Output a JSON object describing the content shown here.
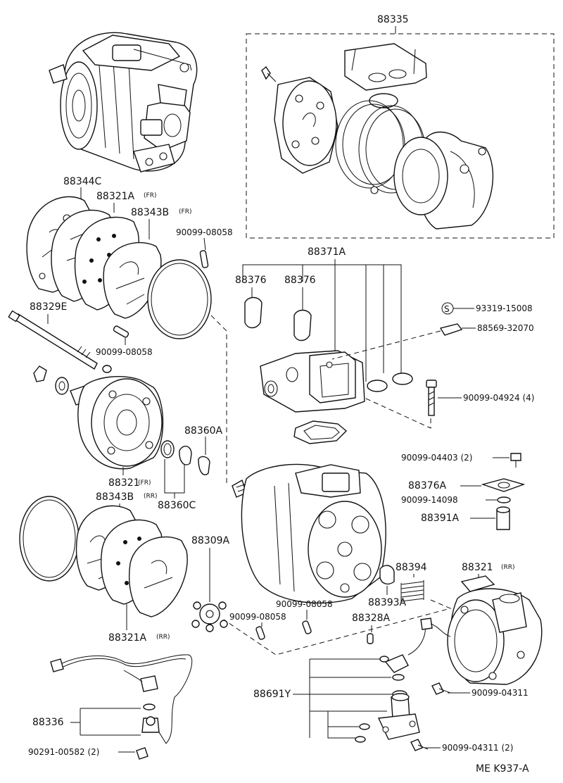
{
  "callouts": {
    "c88335": "88335",
    "c88344C": "88344C",
    "c88321A_fr": "88321A",
    "c88343B_fr": "88343B",
    "c90099_08058_a": "90099-08058",
    "c88371A": "88371A",
    "c88376_a": "88376",
    "c88376_b": "88376",
    "c93319_15008": "93319-15008",
    "c88569_32070": "88569-32070",
    "c88329E": "88329E",
    "c90099_08058_b": "90099-08058",
    "c90099_04924": "90099-04924 (4)",
    "c88360A": "88360A",
    "c90099_04403": "90099-04403 (2)",
    "c88321_fr": "88321",
    "c88376A": "88376A",
    "c88343B_rr": "88343B",
    "c88360C": "88360C",
    "c90099_14098": "90099-14098",
    "c88391A": "88391A",
    "c88309A": "88309A",
    "c88394": "88394",
    "c88321_rr": "88321",
    "c90099_08058_c": "90099-08058",
    "c90099_08058_d": "90099-08058",
    "c88393A": "88393A",
    "c88328A": "88328A",
    "c88321A_rr": "88321A",
    "c88691Y": "88691Y",
    "c90099_04311_a": "90099-04311",
    "c88336": "88336",
    "c90099_04311_b": "90099-04311 (2)",
    "c90291_00582": "90291-00582 (2)"
  },
  "suffix": {
    "fr": "(FR)",
    "rr": "(RR)"
  },
  "symbols": {
    "s_mark": "S"
  },
  "footer": {
    "code": "ME  K937-A"
  }
}
